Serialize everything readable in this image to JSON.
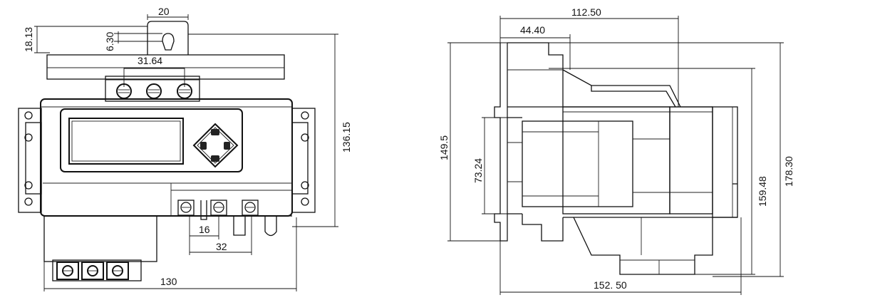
{
  "front_view": {
    "dim_top_width": "20",
    "dim_top_height": "18.13",
    "dim_hole": "6.30",
    "dim_terminal_pitch": "31.64",
    "dim_height": "136.15",
    "dim_lower_pitch": "16",
    "dim_lower_span": "32",
    "dim_width": "130"
  },
  "side_view": {
    "dim_total_depth": "112.50",
    "dim_upper_depth": "44.40",
    "dim_height_left": "149.5",
    "dim_relay_height": "73.24",
    "dim_height_right_inner": "159.48",
    "dim_height_right_outer": "178.30",
    "dim_bottom_width": "152. 50"
  }
}
